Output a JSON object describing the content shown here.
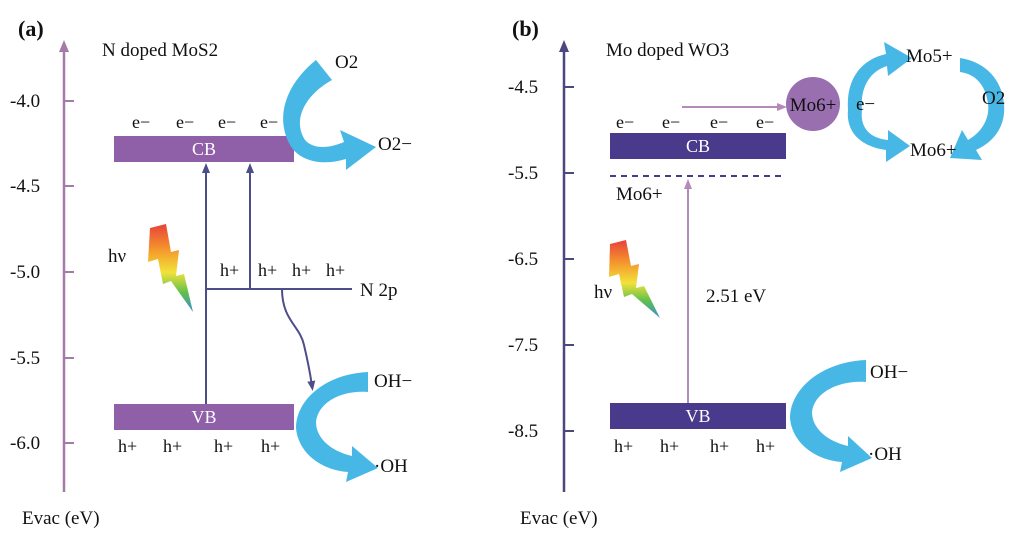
{
  "panel_a": {
    "label": "(a)",
    "title": "N doped MoS2",
    "axis_label": "Evac (eV)",
    "ticks": [
      "-4.0",
      "-4.5",
      "-5.0",
      "-5.5",
      "-6.0"
    ],
    "cb_label": "CB",
    "vb_label": "VB",
    "electron": "e−",
    "hole": "h+",
    "n2p_label": "N 2p",
    "hv": "hν",
    "o2": "O2",
    "o2_minus": "O2−",
    "oh_minus": "OH−",
    "oh_radical": "·OH",
    "colors": {
      "band": "#8f5fa8",
      "axis": "#a57aa8",
      "arrow": "#47b8e6",
      "line": "#4d4d8a"
    }
  },
  "panel_b": {
    "label": "(b)",
    "title": "Mo doped WO3",
    "axis_label": "Evac (eV)",
    "ticks": [
      "-4.5",
      "-5.5",
      "-6.5",
      "-7.5",
      "-8.5"
    ],
    "cb_label": "CB",
    "vb_label": "VB",
    "electron": "e−",
    "hole": "h+",
    "mo6_level": "Mo6+",
    "mo6_circle": "Mo6+",
    "cycle_e": "e−",
    "cycle_mo5": "Mo5+",
    "cycle_mo6": "Mo6+",
    "cycle_o2": "O2",
    "gap": "2.51 eV",
    "hv": "hν",
    "oh_minus": "OH−",
    "oh_radical": "·OH",
    "colors": {
      "band": "#4a3a8c",
      "axis": "#4d4780",
      "arrow": "#47b8e6",
      "circle": "#9a6fb0",
      "excite": "#b48ab8"
    }
  }
}
